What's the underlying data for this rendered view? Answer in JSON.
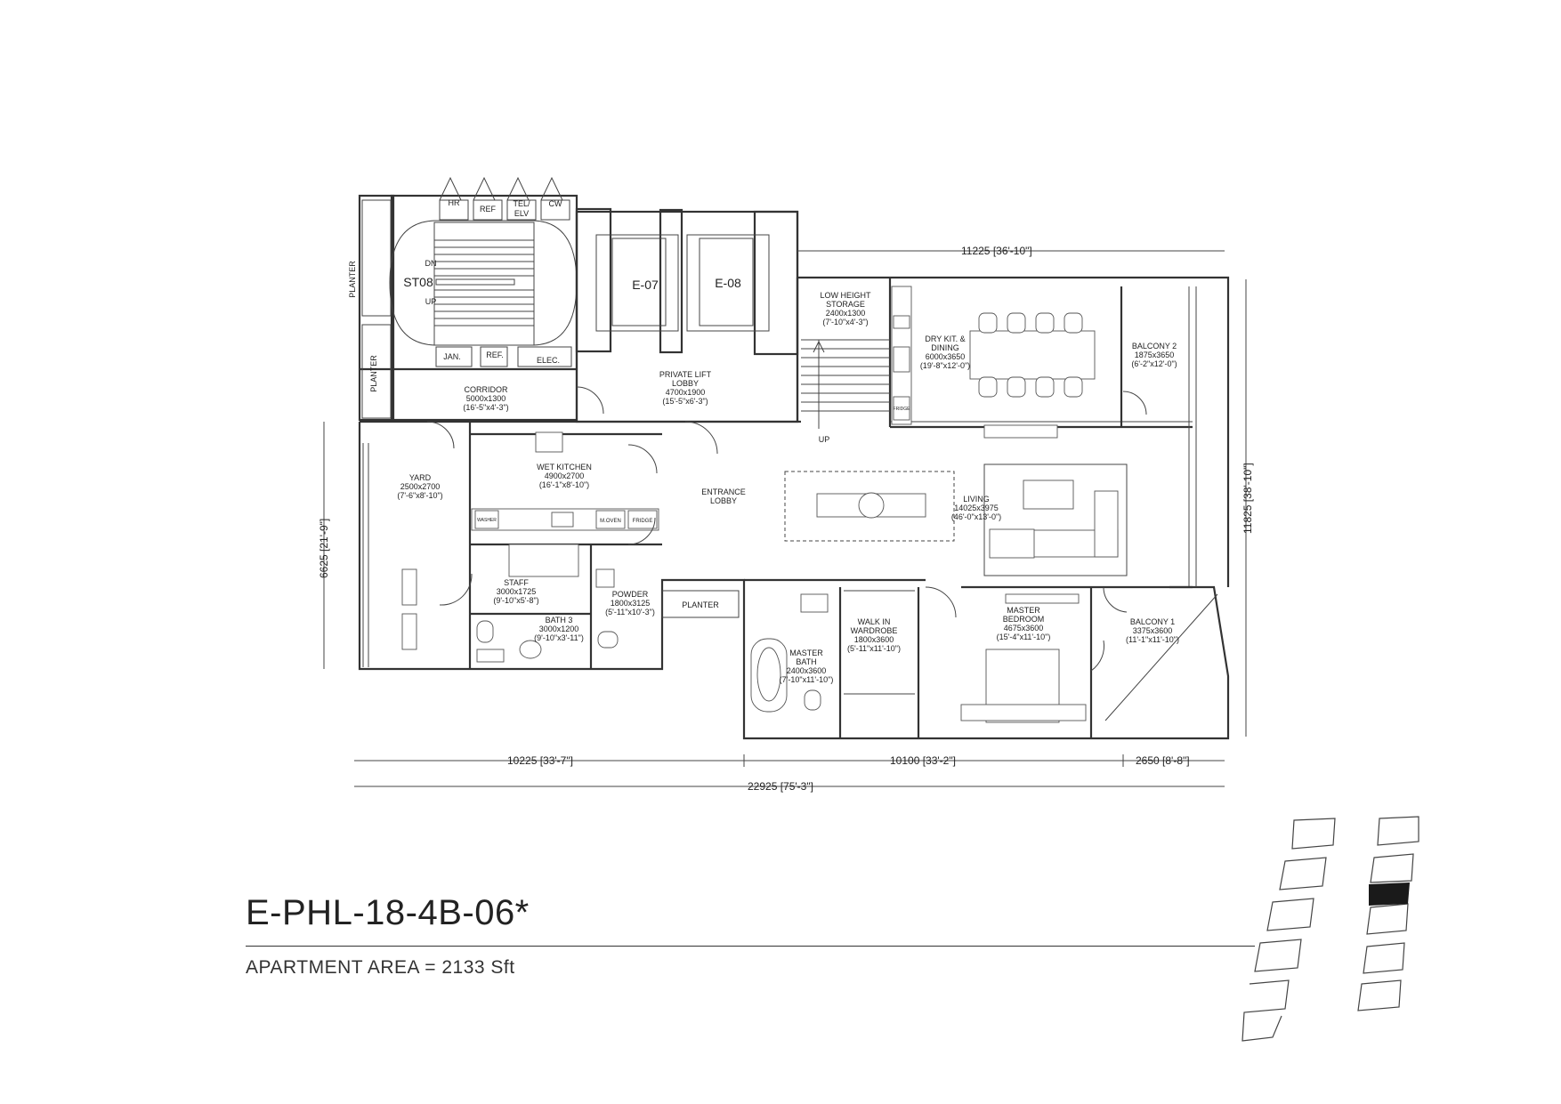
{
  "unit": {
    "code": "E-PHL-18-4B-06*",
    "area_label": "APARTMENT AREA",
    "area_value": "= 2133 Sft"
  },
  "rooms": [
    {
      "id": "st08",
      "name": "ST08"
    },
    {
      "id": "dn",
      "name": "DN"
    },
    {
      "id": "up1",
      "name": "UP"
    },
    {
      "id": "hr",
      "name": "HR"
    },
    {
      "id": "ref1",
      "name": "REF"
    },
    {
      "id": "tel",
      "name": "TEL/"
    },
    {
      "id": "elv",
      "name": "ELV"
    },
    {
      "id": "cw",
      "name": "CW"
    },
    {
      "id": "jan",
      "name": "JAN."
    },
    {
      "id": "ref2",
      "name": "REF."
    },
    {
      "id": "elec",
      "name": "ELEC."
    },
    {
      "id": "planter1",
      "name": "PLANTER"
    },
    {
      "id": "planter2",
      "name": "PLANTER"
    },
    {
      "id": "corridor",
      "name": "CORRIDOR",
      "size": "5000x1300",
      "imperial": "(16'-5\"x4'-3\")"
    },
    {
      "id": "e07",
      "name": "E-07"
    },
    {
      "id": "e08",
      "name": "E-08"
    },
    {
      "id": "lift_lobby",
      "name": "PRIVATE LIFT",
      "name2": "LOBBY",
      "size": "4700x1900",
      "imperial": "(15'-5\"x6'-3\")"
    },
    {
      "id": "storage",
      "name": "LOW HEIGHT",
      "name2": "STORAGE",
      "size": "2400x1300",
      "imperial": "(7'-10\"x4'-3\")"
    },
    {
      "id": "up2",
      "name": "UP"
    },
    {
      "id": "dining",
      "name": "DRY KIT. &",
      "name2": "DINING",
      "size": "6000x3650",
      "imperial": "(19'-8\"x12'-0\")"
    },
    {
      "id": "balcony2",
      "name": "BALCONY 2",
      "size": "1875x3650",
      "imperial": "(6'-2\"x12'-0\")"
    },
    {
      "id": "yard",
      "name": "YARD",
      "size": "2500x2700",
      "imperial": "(7'-6\"x8'-10\")"
    },
    {
      "id": "wet_kitchen",
      "name": "WET KITCHEN",
      "size": "4900x2700",
      "imperial": "(16'-1\"x8'-10\")"
    },
    {
      "id": "entrance",
      "name": "ENTRANCE",
      "name2": "LOBBY"
    },
    {
      "id": "living",
      "name": "LIVING",
      "size": "14025x3975",
      "imperial": "(46'-0\"x13'-0\")"
    },
    {
      "id": "staff",
      "name": "STAFF",
      "size": "3000x1725",
      "imperial": "(9'-10\"x5'-8\")"
    },
    {
      "id": "powder",
      "name": "POWDER",
      "size": "1800x3125",
      "imperial": "(5'-11\"x10'-3\")"
    },
    {
      "id": "bath3",
      "name": "BATH 3",
      "size": "3000x1200",
      "imperial": "(9'-10\"x3'-11\")"
    },
    {
      "id": "planter3",
      "name": "PLANTER"
    },
    {
      "id": "master_bath",
      "name": "MASTER",
      "name2": "BATH",
      "size": "2400x3600",
      "imperial": "(7'-10\"x11'-10\")"
    },
    {
      "id": "wardrobe",
      "name": "WALK IN",
      "name2": "WARDROBE",
      "size": "1800x3600",
      "imperial": "(5'-11\"x11'-10\")"
    },
    {
      "id": "master_bed",
      "name": "MASTER",
      "name2": "BEDROOM",
      "size": "4675x3600",
      "imperial": "(15'-4\"x11'-10\")"
    },
    {
      "id": "balcony1",
      "name": "BALCONY 1",
      "size": "3375x3600",
      "imperial": "(11'-1\"x11'-10\")"
    },
    {
      "id": "moven",
      "name": "M.OVEN"
    },
    {
      "id": "fridge1",
      "name": "FRIDGE"
    },
    {
      "id": "fridge2",
      "name": "FRIDGE"
    },
    {
      "id": "washer",
      "name": "WASHER"
    }
  ],
  "dimensions": {
    "top": "11225 [36'-10\"]",
    "right": "11825 [38'-10\"]",
    "left": "6625 [21'-9\"]",
    "bottom_a": "10225 [33'-7\"]",
    "bottom_b": "10100 [33'-2\"]",
    "bottom_c": "2650 [8'-8\"]",
    "bottom_total": "22925 [75'-3\"]"
  },
  "colors": {
    "line": "#333333",
    "highlight": "#1a1a1a"
  }
}
